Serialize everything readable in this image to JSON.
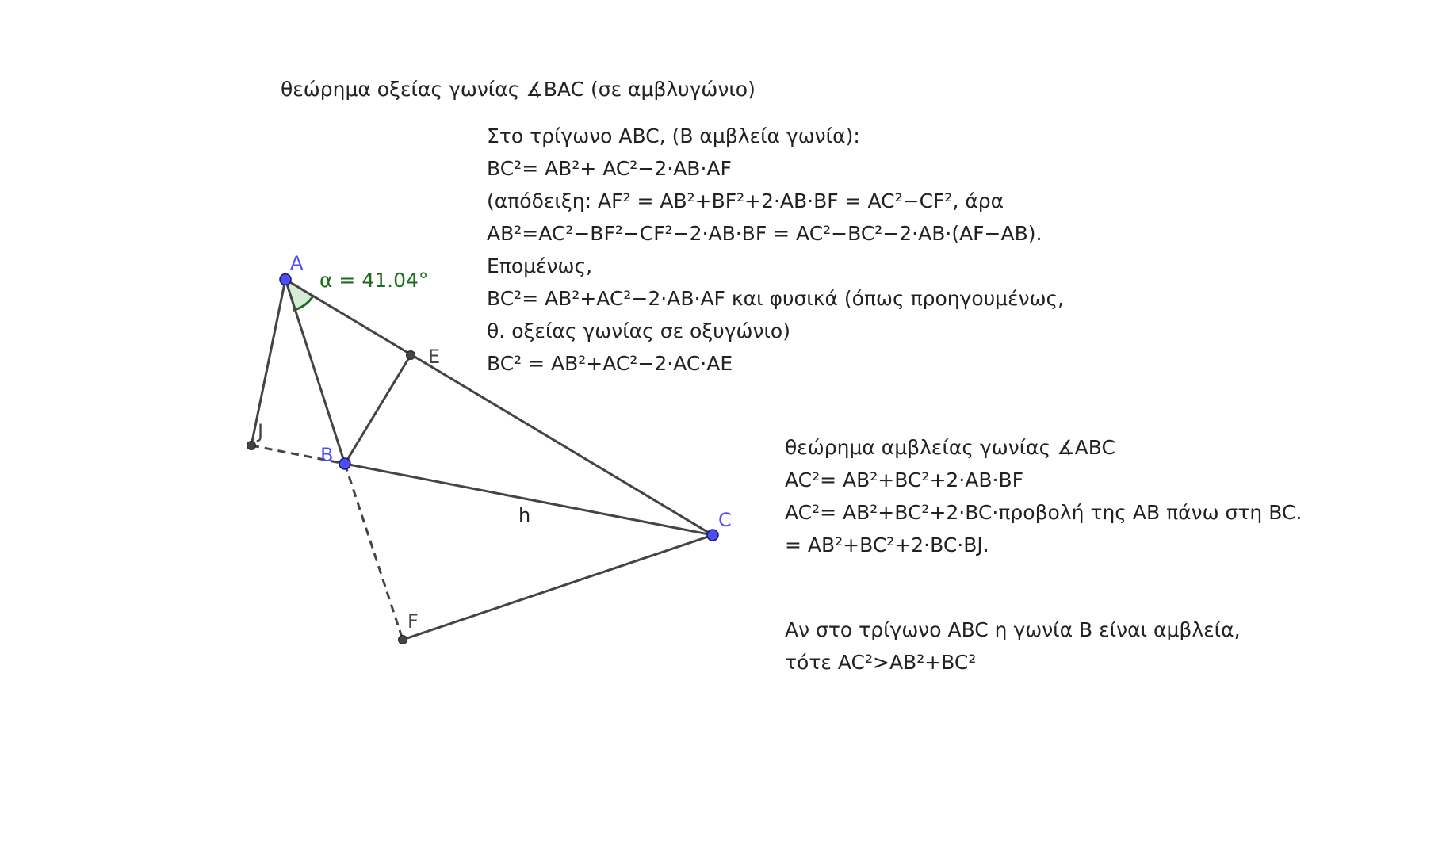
{
  "title": "θεώρημα οξείας γωνίας ∡BAC (σε αμβλυγώνιο)",
  "acute_block": [
    "Στο τρίγωνο ABC, (B αμβλεία γωνία):",
    "BC²= AB²+ AC²−2·AB·AF",
    "(απόδειξη: AF² = AB²+BF²+2·AB·BF = AC²−CF², άρα",
    "AB²=AC²−BF²−CF²−2·AB·BF = AC²−BC²−2·AB·(AF−AB).",
    "Επομένως,",
    "BC²= AB²+AC²−2·AB·AF και φυσικά (όπως προηγουμένως,",
    "θ. οξείας γωνίας σε οξυγώνιο)",
    "BC² = AB²+AC²−2·AC·AE"
  ],
  "obtuse_block": [
    "θεώρημα αμβλείας γωνίας ∡ABC",
    "AC²= AB²+BC²+2·AB·BF",
    "AC²= AB²+BC²+2·BC·προβολή της AB πάνω στη BC.",
    "= AB²+BC²+2·BC·BJ."
  ],
  "conclusion_block": [
    "Αν στο τρίγωνο ABC η γωνία B είναι αμβλεία,",
    "τότε AC²>AB²+BC²"
  ],
  "diagram": {
    "points": {
      "A": {
        "label": "A",
        "kind": "free"
      },
      "B": {
        "label": "B",
        "kind": "free"
      },
      "C": {
        "label": "C",
        "kind": "free"
      },
      "E": {
        "label": "E",
        "kind": "dependent"
      },
      "F": {
        "label": "F",
        "kind": "dependent"
      },
      "J": {
        "label": "J",
        "kind": "dependent"
      }
    },
    "segment_label": "h",
    "angle_label": "α = 41.04°",
    "colors": {
      "free_point": "#4d4dff",
      "dependent_point": "#444444",
      "segment": "#444444",
      "angle": "#1a6b1a",
      "angle_fill": "#8cc58c"
    }
  }
}
